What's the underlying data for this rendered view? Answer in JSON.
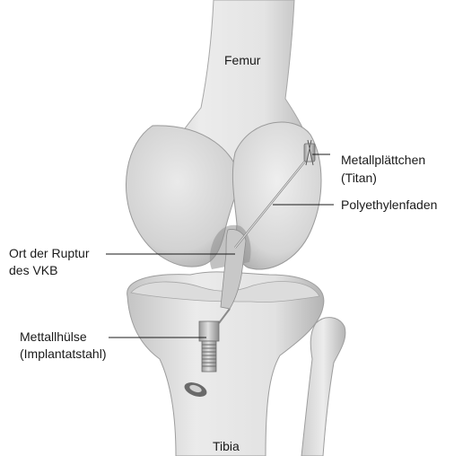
{
  "labels": {
    "femur": "Femur",
    "plate_line1": "Metallplättchen",
    "plate_line2": "(Titan)",
    "thread": "Polyethylenfaden",
    "rupture_line1": "Ort der Ruptur",
    "rupture_line2": "des VKB",
    "sleeve_line1": "Mettallhülse",
    "sleeve_line2": "(Implantatstahl)",
    "tibia": "Tibia"
  },
  "colors": {
    "bone_light": "#eeeeee",
    "bone_mid": "#d4d4d4",
    "bone_shadow": "#a9a9a9",
    "metal": "#b8b8b8",
    "text": "#1a1a1a"
  }
}
